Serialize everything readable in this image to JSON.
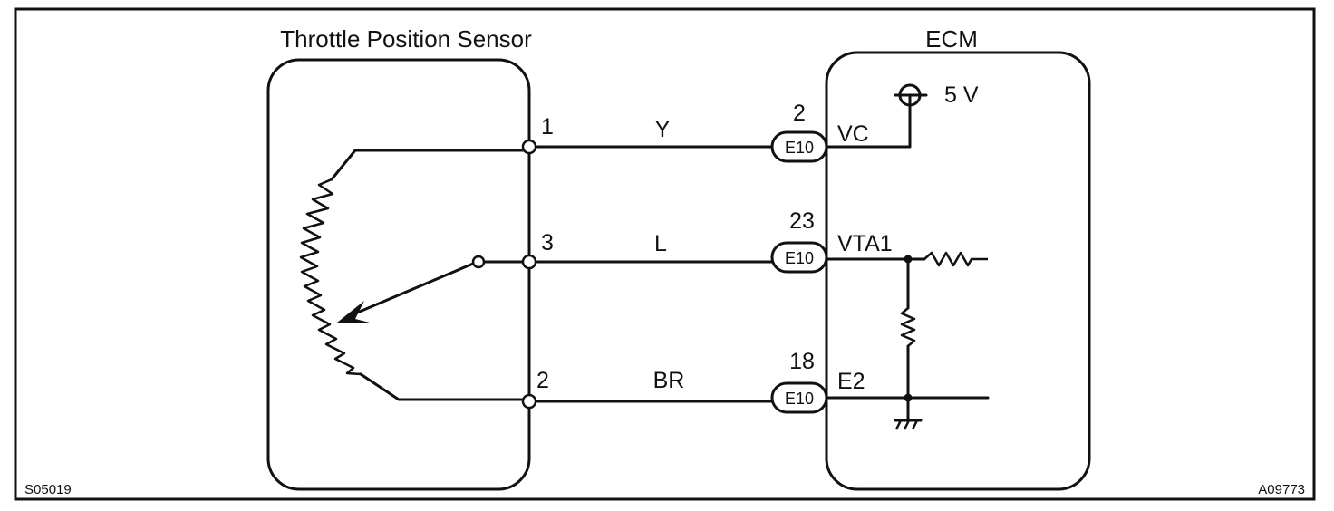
{
  "sensor": {
    "title": "Throttle Position Sensor"
  },
  "ecm": {
    "title": "ECM",
    "supply_label": "5 V"
  },
  "circuits": [
    {
      "sensor_pin": "1",
      "wire_color": "Y",
      "ecm_pin": "2",
      "connector": "E10",
      "ecm_terminal": "VC"
    },
    {
      "sensor_pin": "3",
      "wire_color": "L",
      "ecm_pin": "23",
      "connector": "E10",
      "ecm_terminal": "VTA1"
    },
    {
      "sensor_pin": "2",
      "wire_color": "BR",
      "ecm_pin": "18",
      "connector": "E10",
      "ecm_terminal": "E2"
    }
  ],
  "footer": {
    "left_code": "S05019",
    "right_code": "A09773"
  }
}
